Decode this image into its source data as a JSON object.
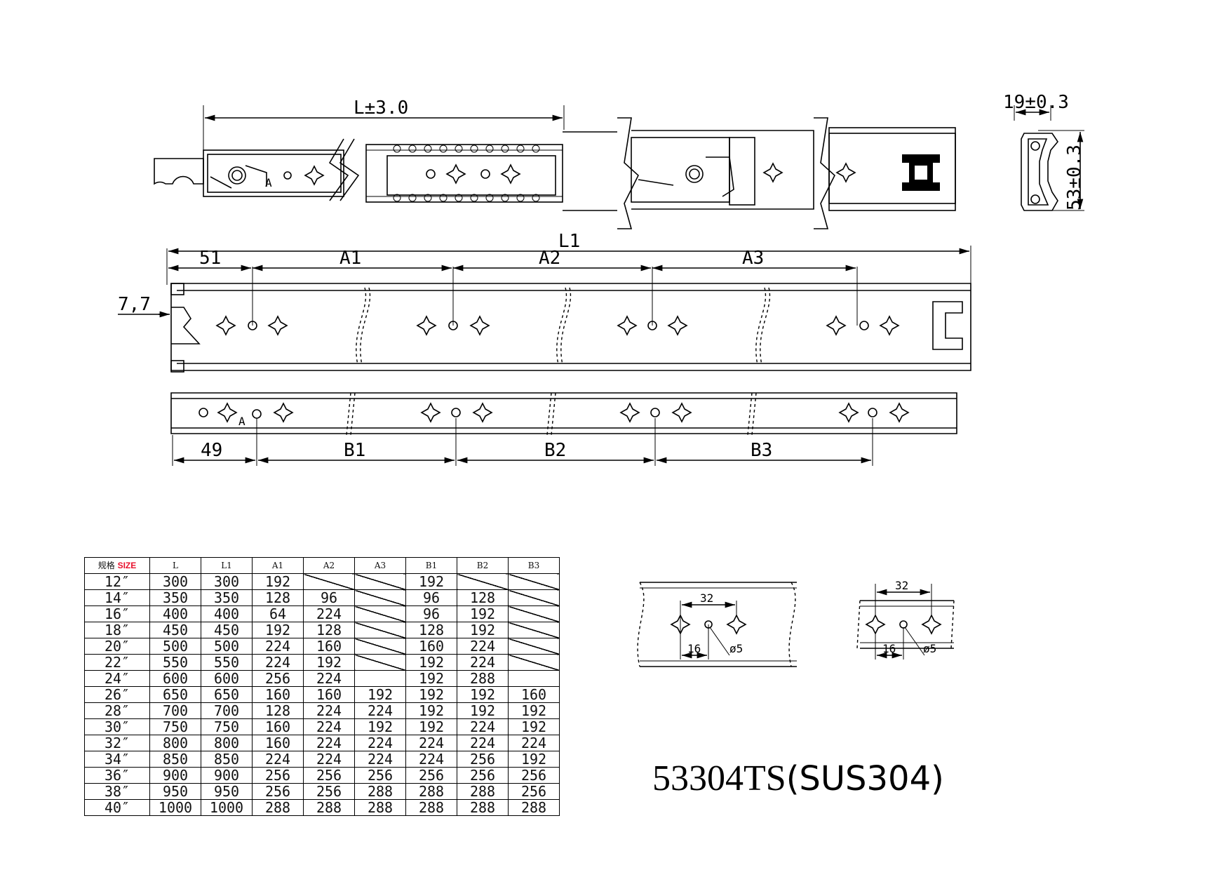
{
  "dimensions": {
    "L": "L±3.0",
    "width": "19±0.3",
    "height": "53±0.3",
    "L1": "L1",
    "offset_51": "51",
    "A1": "A1",
    "A2": "A2",
    "A3": "A3",
    "offset_7_7": "7,7",
    "offset_49": "49",
    "B1": "B1",
    "B2": "B2",
    "B3": "B3",
    "mark_A": "A"
  },
  "hole_detail": {
    "spacing": "32",
    "offset": "16",
    "diameter": "ø5"
  },
  "table": {
    "size_label_cn": "规格",
    "size_label_en": "SIZE",
    "headers": [
      "L",
      "L1",
      "A1",
      "A2",
      "A3",
      "B1",
      "B2",
      "B3"
    ],
    "rows": [
      [
        "12″",
        "300",
        "300",
        "192",
        "",
        "",
        "192",
        "",
        ""
      ],
      [
        "14″",
        "350",
        "350",
        "128",
        "96",
        "",
        "96",
        "128",
        ""
      ],
      [
        "16″",
        "400",
        "400",
        "64",
        "224",
        "",
        "96",
        "192",
        ""
      ],
      [
        "18″",
        "450",
        "450",
        "192",
        "128",
        "",
        "128",
        "192",
        ""
      ],
      [
        "20″",
        "500",
        "500",
        "224",
        "160",
        "",
        "160",
        "224",
        ""
      ],
      [
        "22″",
        "550",
        "550",
        "224",
        "192",
        "",
        "192",
        "224",
        ""
      ],
      [
        "24″",
        "600",
        "600",
        "256",
        "224",
        "",
        "192",
        "288",
        ""
      ],
      [
        "26″",
        "650",
        "650",
        "160",
        "160",
        "192",
        "192",
        "192",
        "160"
      ],
      [
        "28″",
        "700",
        "700",
        "128",
        "224",
        "224",
        "192",
        "192",
        "192"
      ],
      [
        "30″",
        "750",
        "750",
        "160",
        "224",
        "192",
        "192",
        "224",
        "192"
      ],
      [
        "32″",
        "800",
        "800",
        "160",
        "224",
        "224",
        "224",
        "224",
        "224"
      ],
      [
        "34″",
        "850",
        "850",
        "224",
        "224",
        "224",
        "224",
        "256",
        "192"
      ],
      [
        "36″",
        "900",
        "900",
        "256",
        "256",
        "256",
        "256",
        "256",
        "256"
      ],
      [
        "38″",
        "950",
        "950",
        "256",
        "256",
        "288",
        "288",
        "288",
        "256"
      ],
      [
        "40″",
        "1000",
        "1000",
        "288",
        "288",
        "288",
        "288",
        "288",
        "288"
      ]
    ],
    "na_cells": [
      [
        0,
        4
      ],
      [
        0,
        5
      ],
      [
        0,
        7
      ],
      [
        0,
        8
      ],
      [
        1,
        5
      ],
      [
        1,
        8
      ],
      [
        2,
        5
      ],
      [
        2,
        8
      ],
      [
        3,
        5
      ],
      [
        3,
        8
      ],
      [
        4,
        5
      ],
      [
        4,
        8
      ],
      [
        5,
        5
      ],
      [
        5,
        8
      ]
    ]
  },
  "model": {
    "code": "53304TS",
    "material": "(SUS304)"
  }
}
